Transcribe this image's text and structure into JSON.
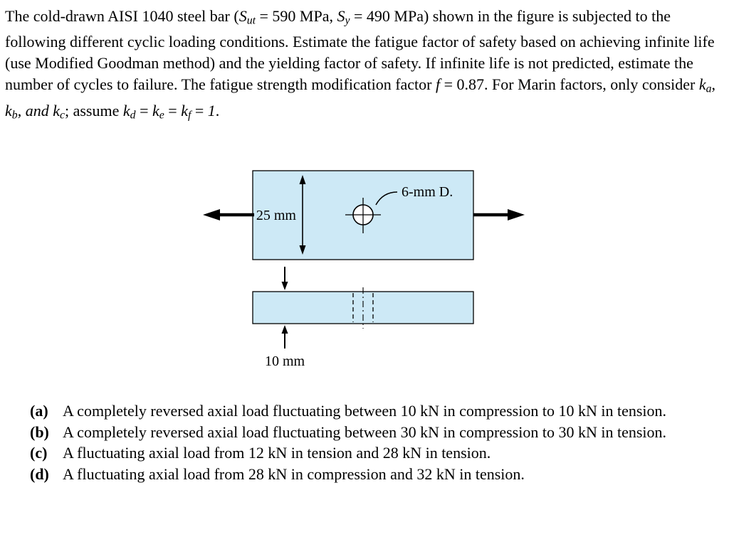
{
  "intro": {
    "segments": [
      {
        "t": "The cold-drawn AISI 1040 steel bar (",
        "s": "n"
      },
      {
        "t": "S",
        "s": "i"
      },
      {
        "t": "ut",
        "s": "isub"
      },
      {
        "t": " = 590 MPa, ",
        "s": "n"
      },
      {
        "t": "S",
        "s": "i"
      },
      {
        "t": "y",
        "s": "isub"
      },
      {
        "t": " = 490 MPa) shown in the figure is subjected to the following different cyclic loading conditions. Estimate the fatigue factor of safety based on achieving infinite life (use Modified Goodman method) and the yielding factor of safety. If infinite life is not predicted, estimate the number of cycles to failure. The fatigue strength modification factor ",
        "s": "n"
      },
      {
        "t": "f",
        "s": "i"
      },
      {
        "t": " = 0.87. For Marin factors, only consider ",
        "s": "n"
      },
      {
        "t": "k",
        "s": "i"
      },
      {
        "t": "a",
        "s": "isub"
      },
      {
        "t": ", ",
        "s": "n"
      },
      {
        "t": "k",
        "s": "i"
      },
      {
        "t": "b",
        "s": "isub"
      },
      {
        "t": ", ",
        "s": "n"
      },
      {
        "t": "and k",
        "s": "i"
      },
      {
        "t": "c",
        "s": "isub"
      },
      {
        "t": "; ",
        "s": "n"
      },
      {
        "t": "assume ",
        "s": "n"
      },
      {
        "t": "k",
        "s": "i"
      },
      {
        "t": "d",
        "s": "isub"
      },
      {
        "t": " = ",
        "s": "n"
      },
      {
        "t": "k",
        "s": "i"
      },
      {
        "t": "e",
        "s": "isub"
      },
      {
        "t": " = ",
        "s": "n"
      },
      {
        "t": "k",
        "s": "i"
      },
      {
        "t": "f",
        "s": "isub"
      },
      {
        "t": " = ",
        "s": "n"
      },
      {
        "t": "1",
        "s": "i"
      },
      {
        "t": ".",
        "s": "n"
      }
    ]
  },
  "figure": {
    "labels": {
      "width": "25 mm",
      "hole": "6-mm D.",
      "thickness": "10 mm"
    },
    "colors": {
      "bar_fill": "#cde9f6",
      "line": "#000000"
    }
  },
  "parts": [
    {
      "label": "(a)",
      "text": "A completely reversed axial load fluctuating between 10 kN in compression to 10 kN in tension."
    },
    {
      "label": "(b)",
      "text": "A completely reversed axial load fluctuating between 30 kN in compression to 30 kN in tension."
    },
    {
      "label": "(c)",
      "text": "A fluctuating axial load from 12 kN in tension and 28 kN in tension."
    },
    {
      "label": "(d)",
      "text": "A fluctuating axial load from 28 kN in compression and 32 kN in tension."
    }
  ]
}
